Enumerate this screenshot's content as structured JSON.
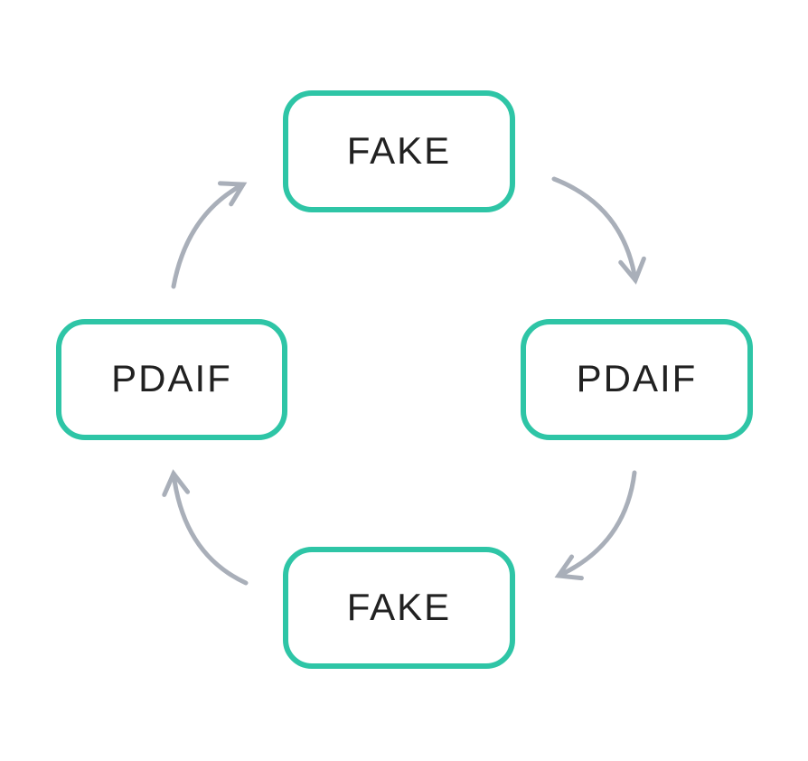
{
  "diagram": {
    "type": "cycle",
    "nodes": {
      "top": {
        "label": "FAKE"
      },
      "right": {
        "label": "PDAIF"
      },
      "bottom": {
        "label": "FAKE"
      },
      "left": {
        "label": "PDAIF"
      }
    },
    "arrows": [
      {
        "from": "top",
        "to": "right",
        "direction": "clockwise"
      },
      {
        "from": "right",
        "to": "bottom",
        "direction": "clockwise"
      },
      {
        "from": "bottom",
        "to": "left",
        "direction": "clockwise"
      },
      {
        "from": "left",
        "to": "top",
        "direction": "clockwise"
      }
    ],
    "colors": {
      "node_border": "#2ec5a6",
      "node_fill": "#ffffff",
      "label_text": "#212121",
      "arrow": "#a9afb9",
      "background": "#ffffff"
    }
  }
}
